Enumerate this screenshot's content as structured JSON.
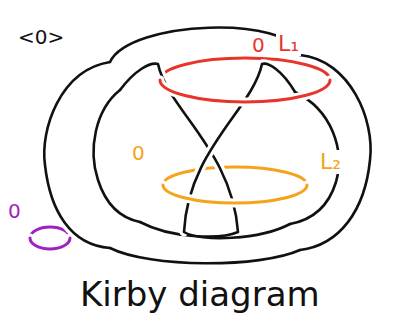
{
  "diagram": {
    "labels": [
      "<0>",
      "0",
      "L₁",
      "0",
      "L₂",
      "0",
      "Kirby diagram"
    ]
  }
}
